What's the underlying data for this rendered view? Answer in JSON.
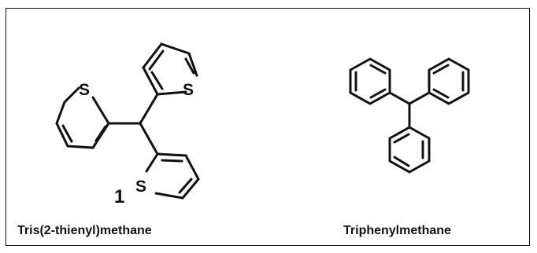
{
  "molecules": [
    {
      "label": "Tris(2-thienyl)methane",
      "compound_number": "1",
      "heteroatom": "S"
    },
    {
      "label": "Triphenylmethane"
    }
  ]
}
